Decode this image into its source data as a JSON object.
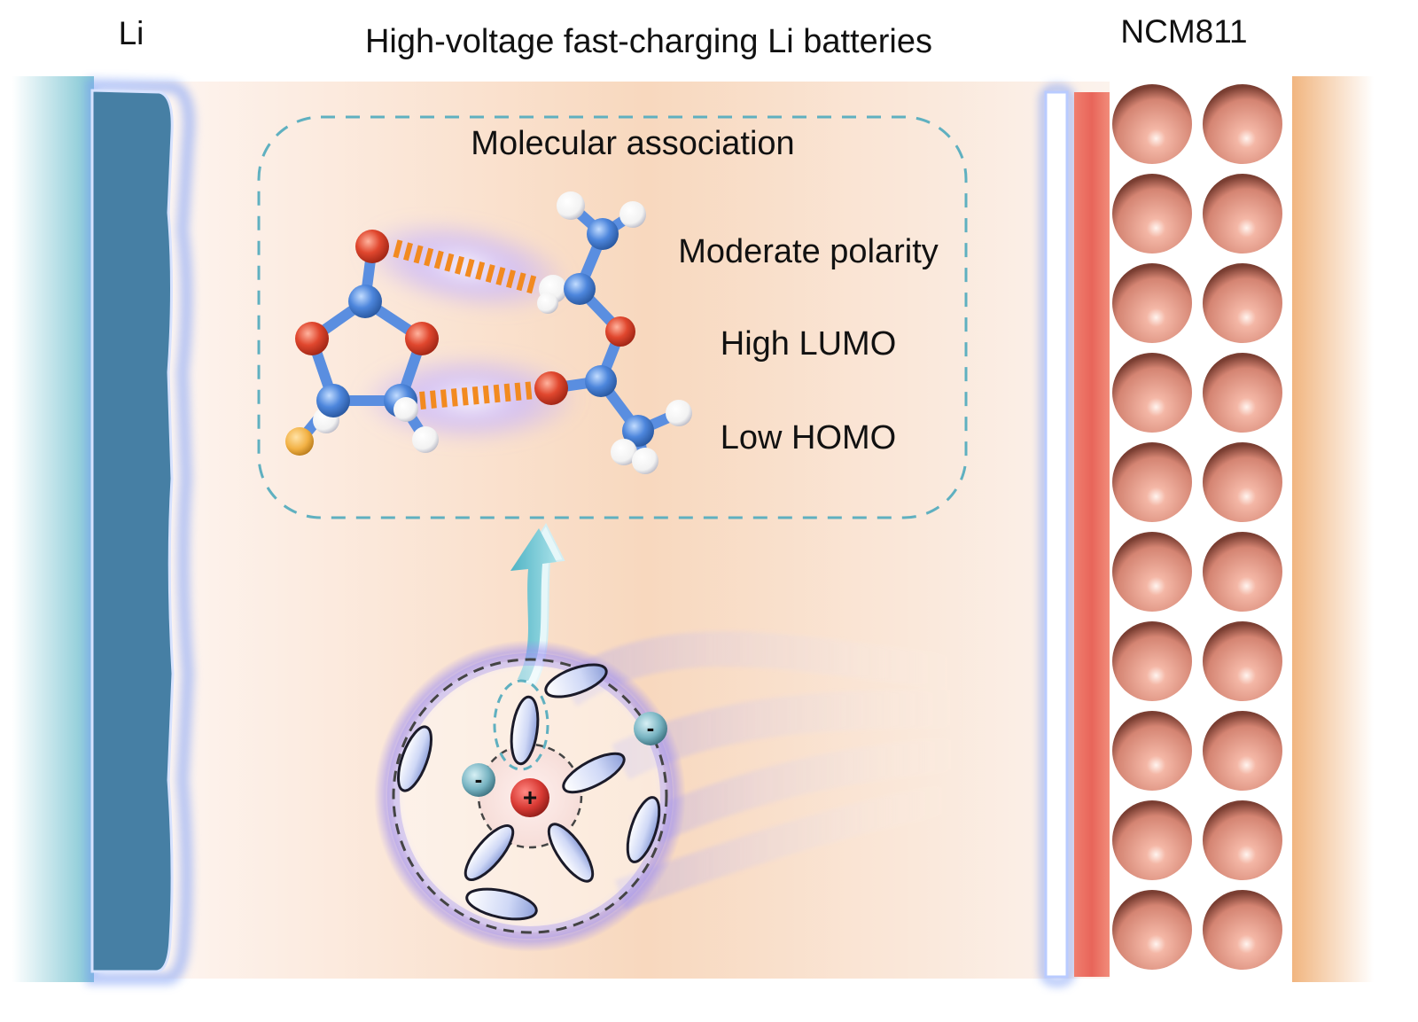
{
  "title": "High-voltage fast-charging Li batteries",
  "anode": {
    "label": "Li"
  },
  "cathode": {
    "label": "NCM811",
    "particle_rows": 10,
    "particle_columns": 2
  },
  "inset": {
    "heading": "Molecular association",
    "properties": [
      "Moderate polarity",
      "High LUMO",
      "Low HOMO"
    ]
  },
  "ion": {
    "cation_symbol": "+",
    "anion_symbol": "-"
  },
  "colors": {
    "anode": "#467fa4",
    "anode_edge": "#7fc6d3",
    "cathode_strip": "#e8655a",
    "cathode_particle": "#e9a28f",
    "current_collector": "#f1b57f",
    "interphase_glow": "#7f9ff5",
    "bond_dash": "#f28a20",
    "oxygen_atom": "#e0472e",
    "carbon_atom": "#4d86dc",
    "fluorine_atom": "#f2b144",
    "hydrogen_atom": "#ffffff",
    "cation": "#d93a34",
    "anion": "#78b4c2",
    "solvation_shell": "#9e8ff1",
    "arrow": "#7fcad6"
  }
}
